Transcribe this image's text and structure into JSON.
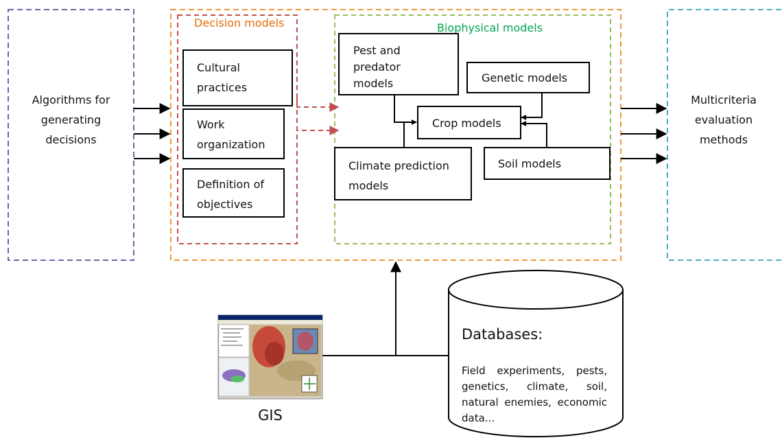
{
  "colors": {
    "algorithms_border": "#7b5ea7",
    "framework_border": "#f0963c",
    "decision_border": "#c0504d",
    "decision_header": "#e46c0a",
    "biophysical_border": "#9bbb59",
    "biophysical_header": "#00a550",
    "multicriteria_border": "#4bacc6",
    "dashed_arrow": "#c0504d",
    "line": "#000000"
  },
  "left": {
    "label_lines": [
      "Algorithms for",
      "generating",
      "decisions"
    ]
  },
  "right": {
    "label_lines": [
      "Multicriteria",
      "evaluation",
      "methods"
    ]
  },
  "decision": {
    "header": "Decision models",
    "items": [
      {
        "lines": [
          "Cultural",
          "practices"
        ]
      },
      {
        "lines": [
          "Work",
          "organization"
        ]
      },
      {
        "lines": [
          "Definition of",
          "objectives"
        ]
      }
    ]
  },
  "biophysical": {
    "header": "Biophysical models",
    "pest": [
      "Pest and",
      "predator",
      "models"
    ],
    "genetic": "Genetic models",
    "crop": "Crop models",
    "climate": [
      "Climate prediction",
      "models"
    ],
    "soil": "Soil models"
  },
  "database": {
    "title": "Databases:",
    "body": "Field experiments, pests, genetics, climate, soil, natural enemies, economic data..."
  },
  "gis": {
    "label": "GIS",
    "screenshot_icon": "gis-map-screenshot"
  }
}
